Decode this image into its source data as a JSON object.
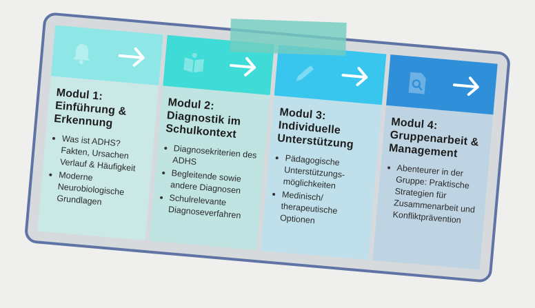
{
  "colors": {
    "background": "#efefed",
    "card": "#d6dadd",
    "border": "#5f74a4",
    "tape": "#74cdc0"
  },
  "modules": [
    {
      "title": "Modul 1: Einführung & Erkennung",
      "icon": "bell-icon",
      "header_color": "#8ee6e6",
      "body_color": "#c9e8e6",
      "items": [
        "Was ist ADHS? Fakten, Ursachen Verlauf & Häufigkeit",
        "Moderne Neurobiologische Grundlagen"
      ]
    },
    {
      "title": "Modul 2: Diagnostik im Schulkontext",
      "icon": "book-icon",
      "header_color": "#3fdbd6",
      "body_color": "#c0e4e2",
      "items": [
        "Diagnosekriterien des ADHS",
        "Begleitende sowie andere Diagnosen",
        "Schulrelevante Diagnoseverfahren"
      ]
    },
    {
      "title": "Modul 3: Individuelle Unterstützung",
      "icon": "pencil-icon",
      "header_color": "#38c6ef",
      "body_color": "#bfe0ea",
      "items": [
        "Pädagogische Unterstützungs-möglichkeiten",
        "Medinisch/ therapeutische Optionen"
      ]
    },
    {
      "title": "Modul 4: Gruppenarbeit & Management",
      "icon": "search-document-icon",
      "header_color": "#2f8fd8",
      "body_color": "#bfd4e2",
      "items": [
        "Abenteurer in der Gruppe: Praktische Strategien für Zusammenarbeit und Konfliktprävention"
      ]
    }
  ]
}
